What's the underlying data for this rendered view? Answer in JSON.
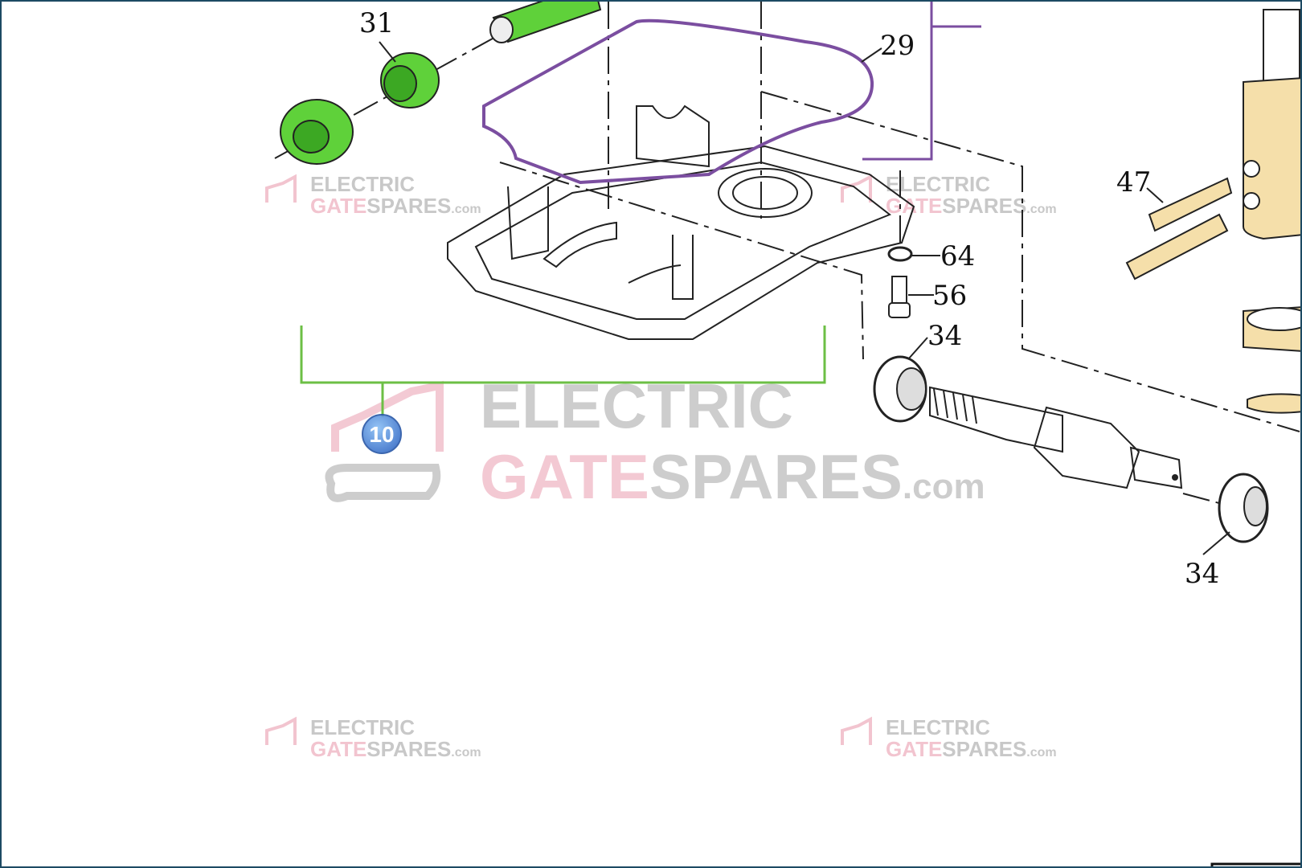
{
  "diagram": {
    "part_labels": [
      "31",
      "29",
      "47",
      "64",
      "56",
      "34",
      "34"
    ],
    "assembly_badge": "10",
    "watermark": {
      "line1": "ELECTRIC",
      "line2a": "GATE",
      "line2b": "SPARES",
      "suffix": ".com"
    }
  },
  "colors": {
    "highlight_green": "#5fd13a",
    "bracket_green": "#6cbf45",
    "bracket_purple": "#7b4ea0",
    "part_tan": "#f5dfaa",
    "badge_blue": "#4a86d8",
    "watermark_pink": "#f2c4cf",
    "watermark_grey": "#c8c8c8",
    "border": "#1d4a63"
  }
}
